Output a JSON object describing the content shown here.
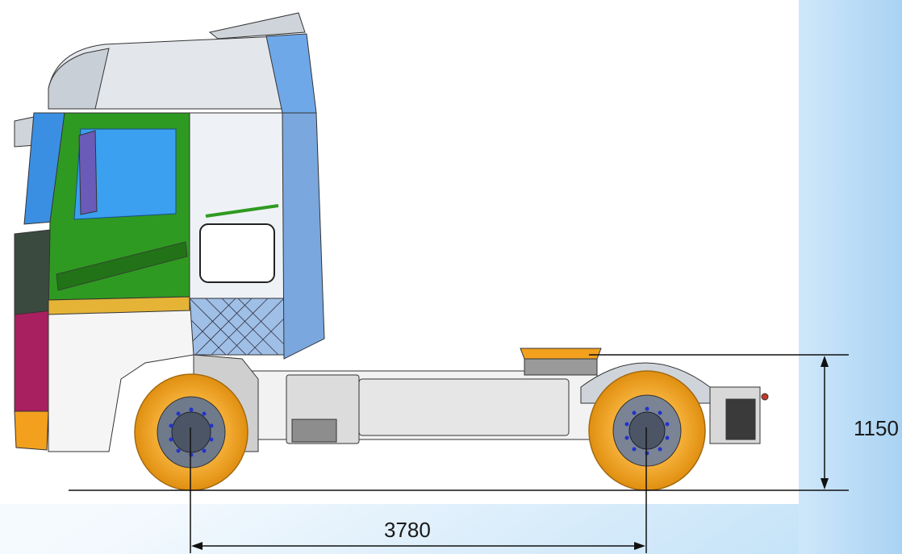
{
  "dimensions": {
    "wheelbase": "3780",
    "fifth_wheel_height": "1150"
  },
  "colors": {
    "cab_green": "#2f9a21",
    "cab_blue": "#3a8fe3",
    "roof_grey": "#d9dde2",
    "side_blue": "#8fb4e2",
    "bumper_magenta": "#a8205f",
    "tire_orange": "#f2a01e",
    "fifth_wheel_orange": "#f2a01e",
    "background_blue": "#bfe0f7",
    "line": "#111111"
  },
  "icons": [
    "truck-tractor-unit-illustration",
    "dimension-arrow"
  ]
}
